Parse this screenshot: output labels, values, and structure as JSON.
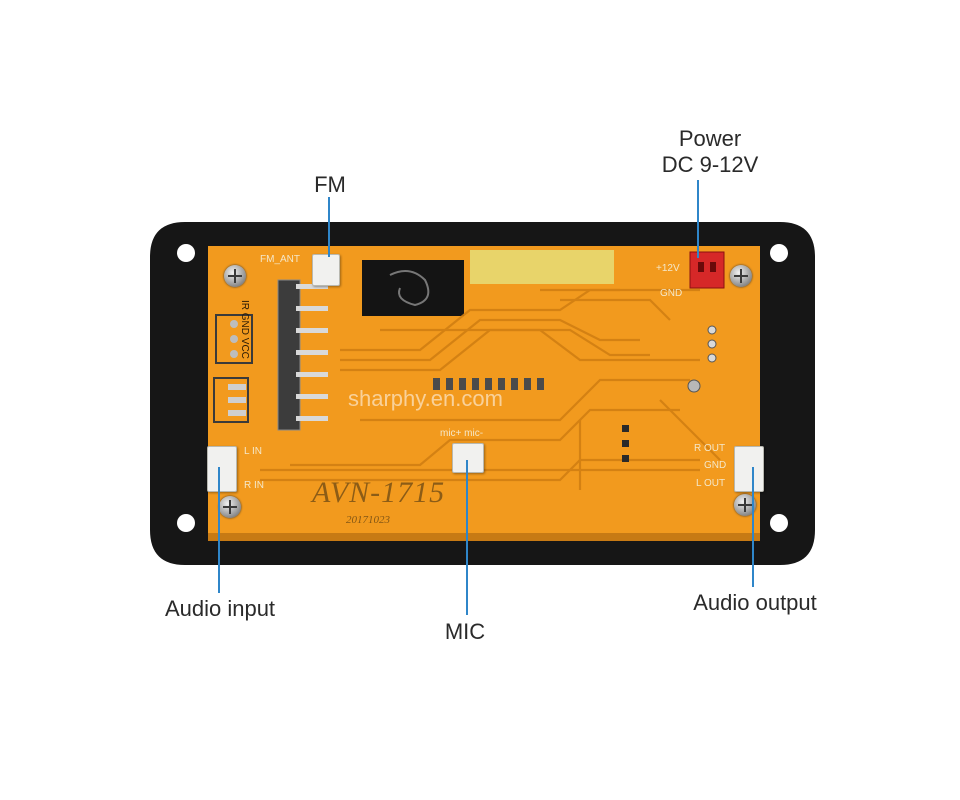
{
  "callouts": {
    "fm": "FM",
    "power_line1": "Power",
    "power_line2": "DC 9-12V",
    "audio_input": "Audio input",
    "mic": "MIC",
    "audio_output": "Audio output"
  },
  "board": {
    "fm_ant": "FM_ANT",
    "ir_gnd_vcc": "IR  GND VCC",
    "l_in": "L IN",
    "r_in": "R IN",
    "mic_labels": "mic+  mic-",
    "plus_12v": "+12V",
    "gnd_power": "GND",
    "r_out": "R OUT",
    "gnd_out": "GND",
    "l_out": "L OUT",
    "model": "AVN-1715",
    "date": "20171023",
    "watermark": "sharphy.en.com"
  },
  "colors": {
    "pcb": "#f29a1e",
    "frame": "#161616",
    "leader": "#2f86c9",
    "power_connector": "#d62828"
  }
}
